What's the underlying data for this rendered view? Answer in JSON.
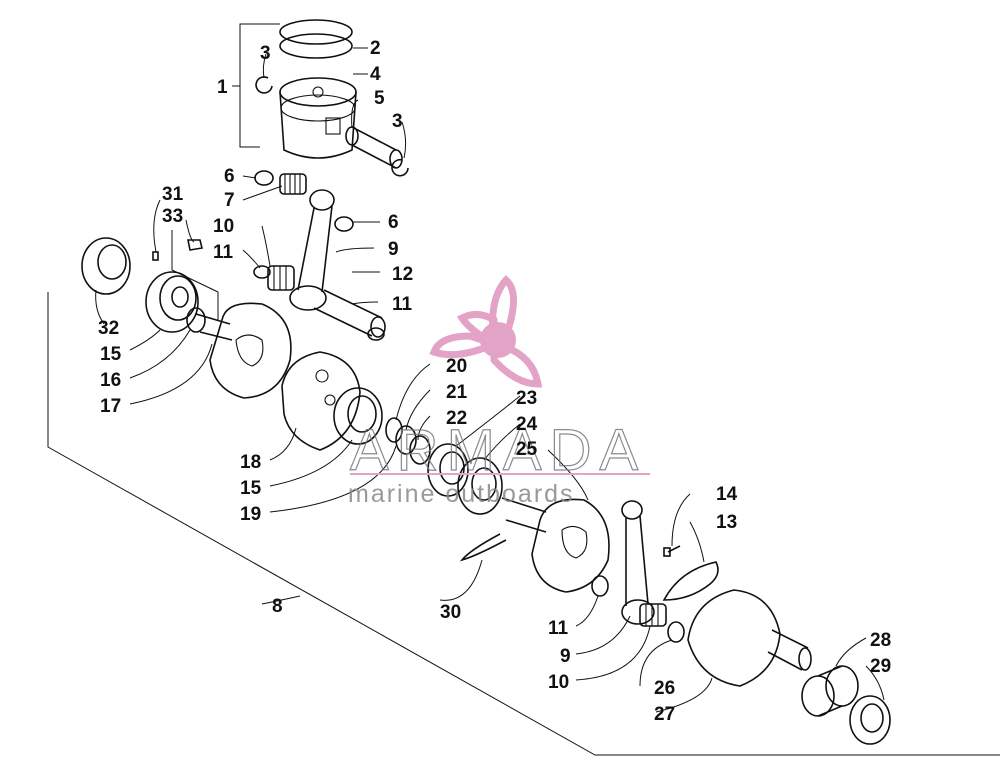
{
  "diagram": {
    "part_labels": [
      "1",
      "2",
      "3",
      "4",
      "5",
      "3",
      "6",
      "7",
      "10",
      "11",
      "6",
      "9",
      "12",
      "11",
      "31",
      "33",
      "32",
      "15",
      "16",
      "17",
      "20",
      "21",
      "22",
      "23",
      "24",
      "25",
      "18",
      "15",
      "19",
      "14",
      "13",
      "30",
      "11",
      "9",
      "10",
      "26",
      "27",
      "28",
      "29",
      "8"
    ]
  },
  "watermark": {
    "brand": "ARMADA",
    "tagline": "marine outboards",
    "accent_color": "#e2a3c7",
    "icon": "propeller-icon"
  }
}
